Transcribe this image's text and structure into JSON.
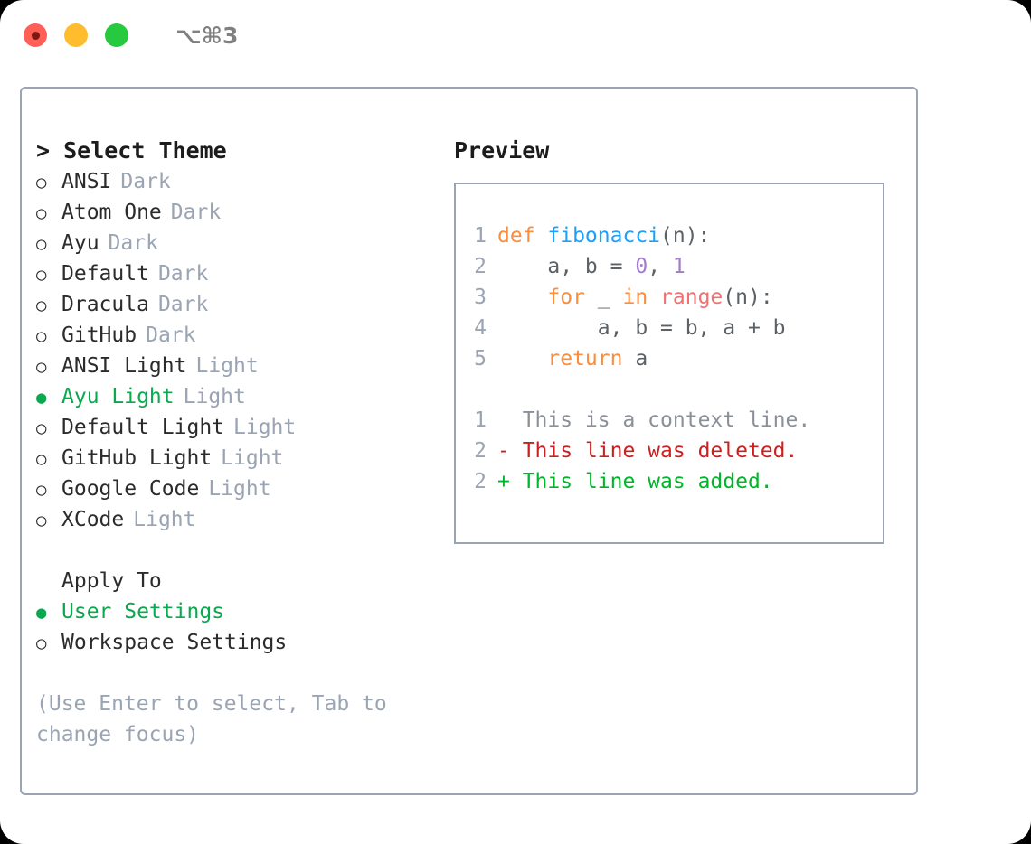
{
  "titlebar": {
    "shortcut": "⌥⌘3",
    "lights": [
      {
        "name": "close",
        "color": "#ff5f56"
      },
      {
        "name": "minimize",
        "color": "#ffbd2e"
      },
      {
        "name": "zoom",
        "color": "#27c93f"
      }
    ]
  },
  "theme_picker": {
    "heading": "> Select Theme",
    "selected_marker": "●",
    "unselected_marker": "○",
    "items": [
      {
        "marker": "○",
        "label": "ANSI",
        "tag": "Dark",
        "selected": false
      },
      {
        "marker": "○",
        "label": "Atom One",
        "tag": "Dark",
        "selected": false
      },
      {
        "marker": "○",
        "label": "Ayu",
        "tag": "Dark",
        "selected": false
      },
      {
        "marker": "○",
        "label": "Default",
        "tag": "Dark",
        "selected": false
      },
      {
        "marker": "○",
        "label": "Dracula",
        "tag": "Dark",
        "selected": false
      },
      {
        "marker": "○",
        "label": "GitHub",
        "tag": "Dark",
        "selected": false
      },
      {
        "marker": "○",
        "label": "ANSI Light",
        "tag": "Light",
        "selected": false
      },
      {
        "marker": "●",
        "label": "Ayu Light",
        "tag": "Light",
        "selected": true
      },
      {
        "marker": "○",
        "label": "Default Light",
        "tag": "Light",
        "selected": false
      },
      {
        "marker": "○",
        "label": "GitHub Light",
        "tag": "Light",
        "selected": false
      },
      {
        "marker": "○",
        "label": "Google Code",
        "tag": "Light",
        "selected": false
      },
      {
        "marker": "○",
        "label": "XCode",
        "tag": "Light",
        "selected": false
      }
    ]
  },
  "apply_to": {
    "heading": "Apply To",
    "items": [
      {
        "marker": "●",
        "label": "User Settings",
        "selected": true
      },
      {
        "marker": "○",
        "label": "Workspace Settings",
        "selected": false
      }
    ]
  },
  "hint": "(Use Enter to select, Tab to change focus)",
  "preview": {
    "heading": "Preview",
    "code": [
      {
        "lineno": "1",
        "tokens": [
          {
            "t": "def ",
            "c": "kw"
          },
          {
            "t": "fibonacci",
            "c": "fn"
          },
          {
            "t": "(n):",
            "c": "pl"
          }
        ]
      },
      {
        "lineno": "2",
        "tokens": [
          {
            "t": "    a, b = ",
            "c": "pl"
          },
          {
            "t": "0",
            "c": "num"
          },
          {
            "t": ", ",
            "c": "pl"
          },
          {
            "t": "1",
            "c": "num"
          }
        ]
      },
      {
        "lineno": "3",
        "tokens": [
          {
            "t": "    ",
            "c": "pl"
          },
          {
            "t": "for",
            "c": "kw"
          },
          {
            "t": " _ ",
            "c": "pl"
          },
          {
            "t": "in",
            "c": "kw"
          },
          {
            "t": " ",
            "c": "pl"
          },
          {
            "t": "range",
            "c": "bi"
          },
          {
            "t": "(n):",
            "c": "pl"
          }
        ]
      },
      {
        "lineno": "4",
        "tokens": [
          {
            "t": "        a, b = b, a + b",
            "c": "pl"
          }
        ]
      },
      {
        "lineno": "5",
        "tokens": [
          {
            "t": "    ",
            "c": "pl"
          },
          {
            "t": "return",
            "c": "kw"
          },
          {
            "t": " a",
            "c": "pl"
          }
        ]
      }
    ],
    "diff": [
      {
        "lineno": "1",
        "sign": "  ",
        "text": "This is a context line.",
        "kind": "ctx"
      },
      {
        "lineno": "2",
        "sign": "- ",
        "text": "This line was deleted.",
        "kind": "del"
      },
      {
        "lineno": "2",
        "sign": "+ ",
        "text": "This line was added.",
        "kind": "add"
      }
    ]
  },
  "colors": {
    "accent_green": "#0aa84f",
    "muted": "#9aa4b3",
    "keyword": "#fa8d3e",
    "function": "#1e9ffa",
    "number": "#a37acc",
    "builtin": "#f07171",
    "diff_deleted": "#cc1f1f",
    "diff_added": "#00b52a",
    "border": "#9aa4b3"
  }
}
